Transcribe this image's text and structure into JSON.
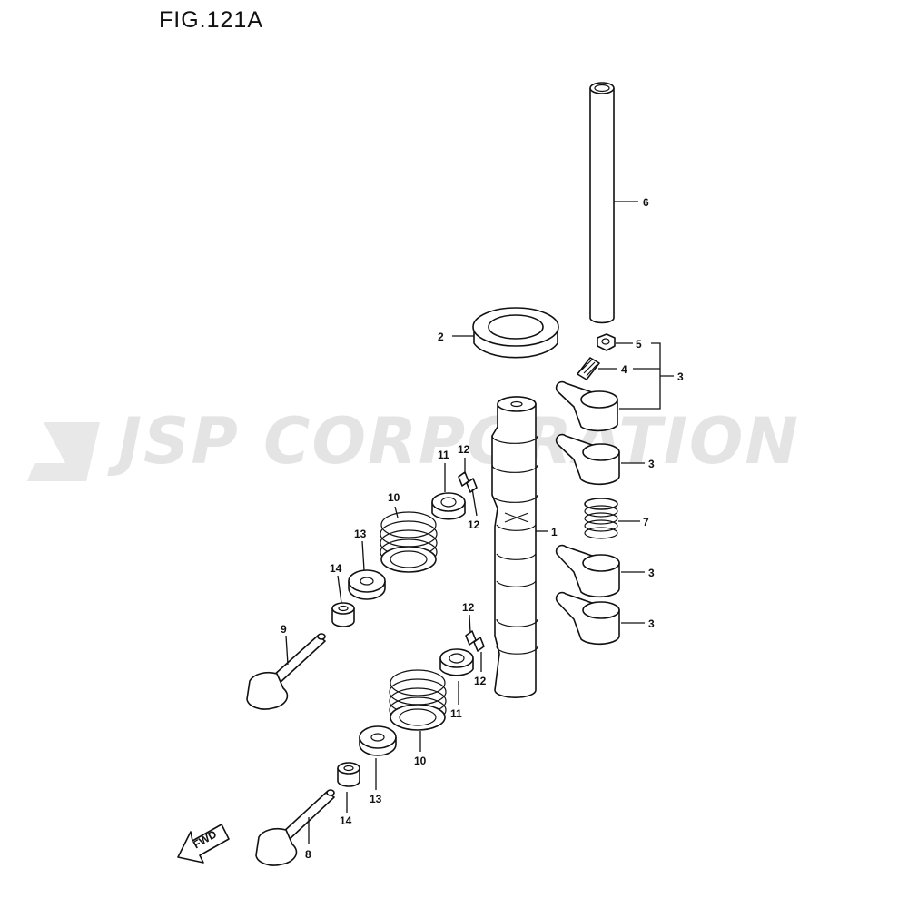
{
  "title": "FIG.121A",
  "watermark": "JSP CORPORATION",
  "fwd_label": "FWD",
  "callouts": {
    "c1": "1",
    "c2": "2",
    "c3a": "3",
    "c3b": "3",
    "c3c": "3",
    "c3d": "3",
    "c4": "4",
    "c5": "5",
    "c6": "6",
    "c7": "7",
    "c8": "8",
    "c9": "9",
    "c10a": "10",
    "c10b": "10",
    "c11a": "11",
    "c11b": "11",
    "c12a": "12",
    "c12b": "12",
    "c12c": "12",
    "c12d": "12",
    "c13a": "13",
    "c13b": "13",
    "c14a": "14",
    "c14b": "14"
  }
}
